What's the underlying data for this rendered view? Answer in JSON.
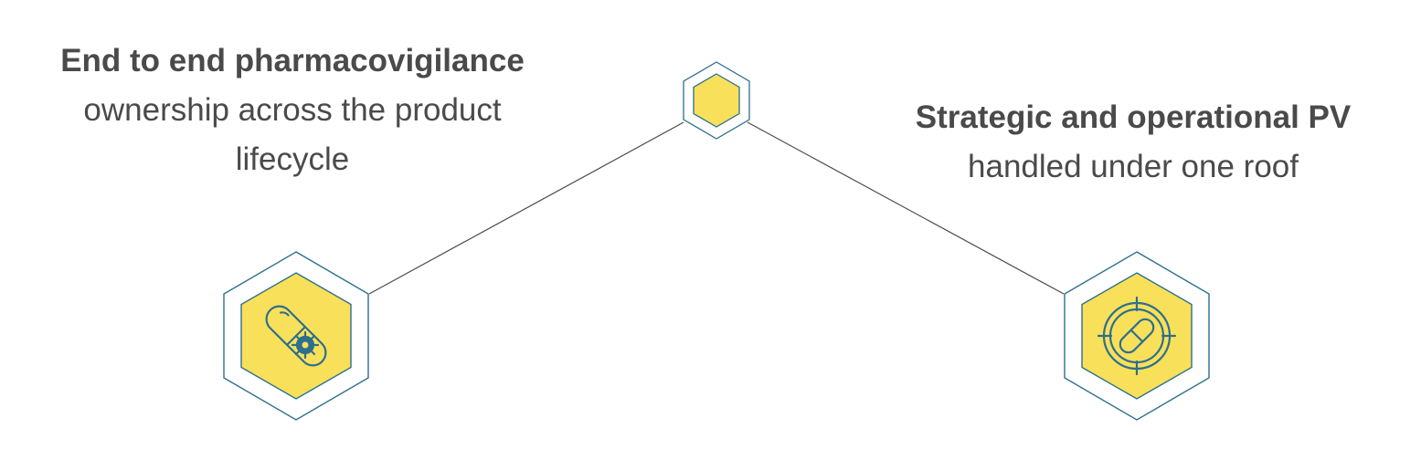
{
  "colors": {
    "hex_fill": "#f9e05a",
    "hex_outline": "#2d6f8e",
    "icon_stroke": "#2d6f8e",
    "connector": "#4a4a4a",
    "text": "#4a4a4a"
  },
  "nodes": {
    "top": {
      "icon": "none"
    },
    "left": {
      "icon": "capsule-gear-icon"
    },
    "right": {
      "icon": "capsule-target-icon"
    }
  },
  "left_text": {
    "bold": "End to end pharmacovigilance",
    "line1": "ownership across the product",
    "line2": "lifecycle"
  },
  "right_text": {
    "bold": "Strategic and operational PV",
    "line1": "handled under one roof"
  }
}
